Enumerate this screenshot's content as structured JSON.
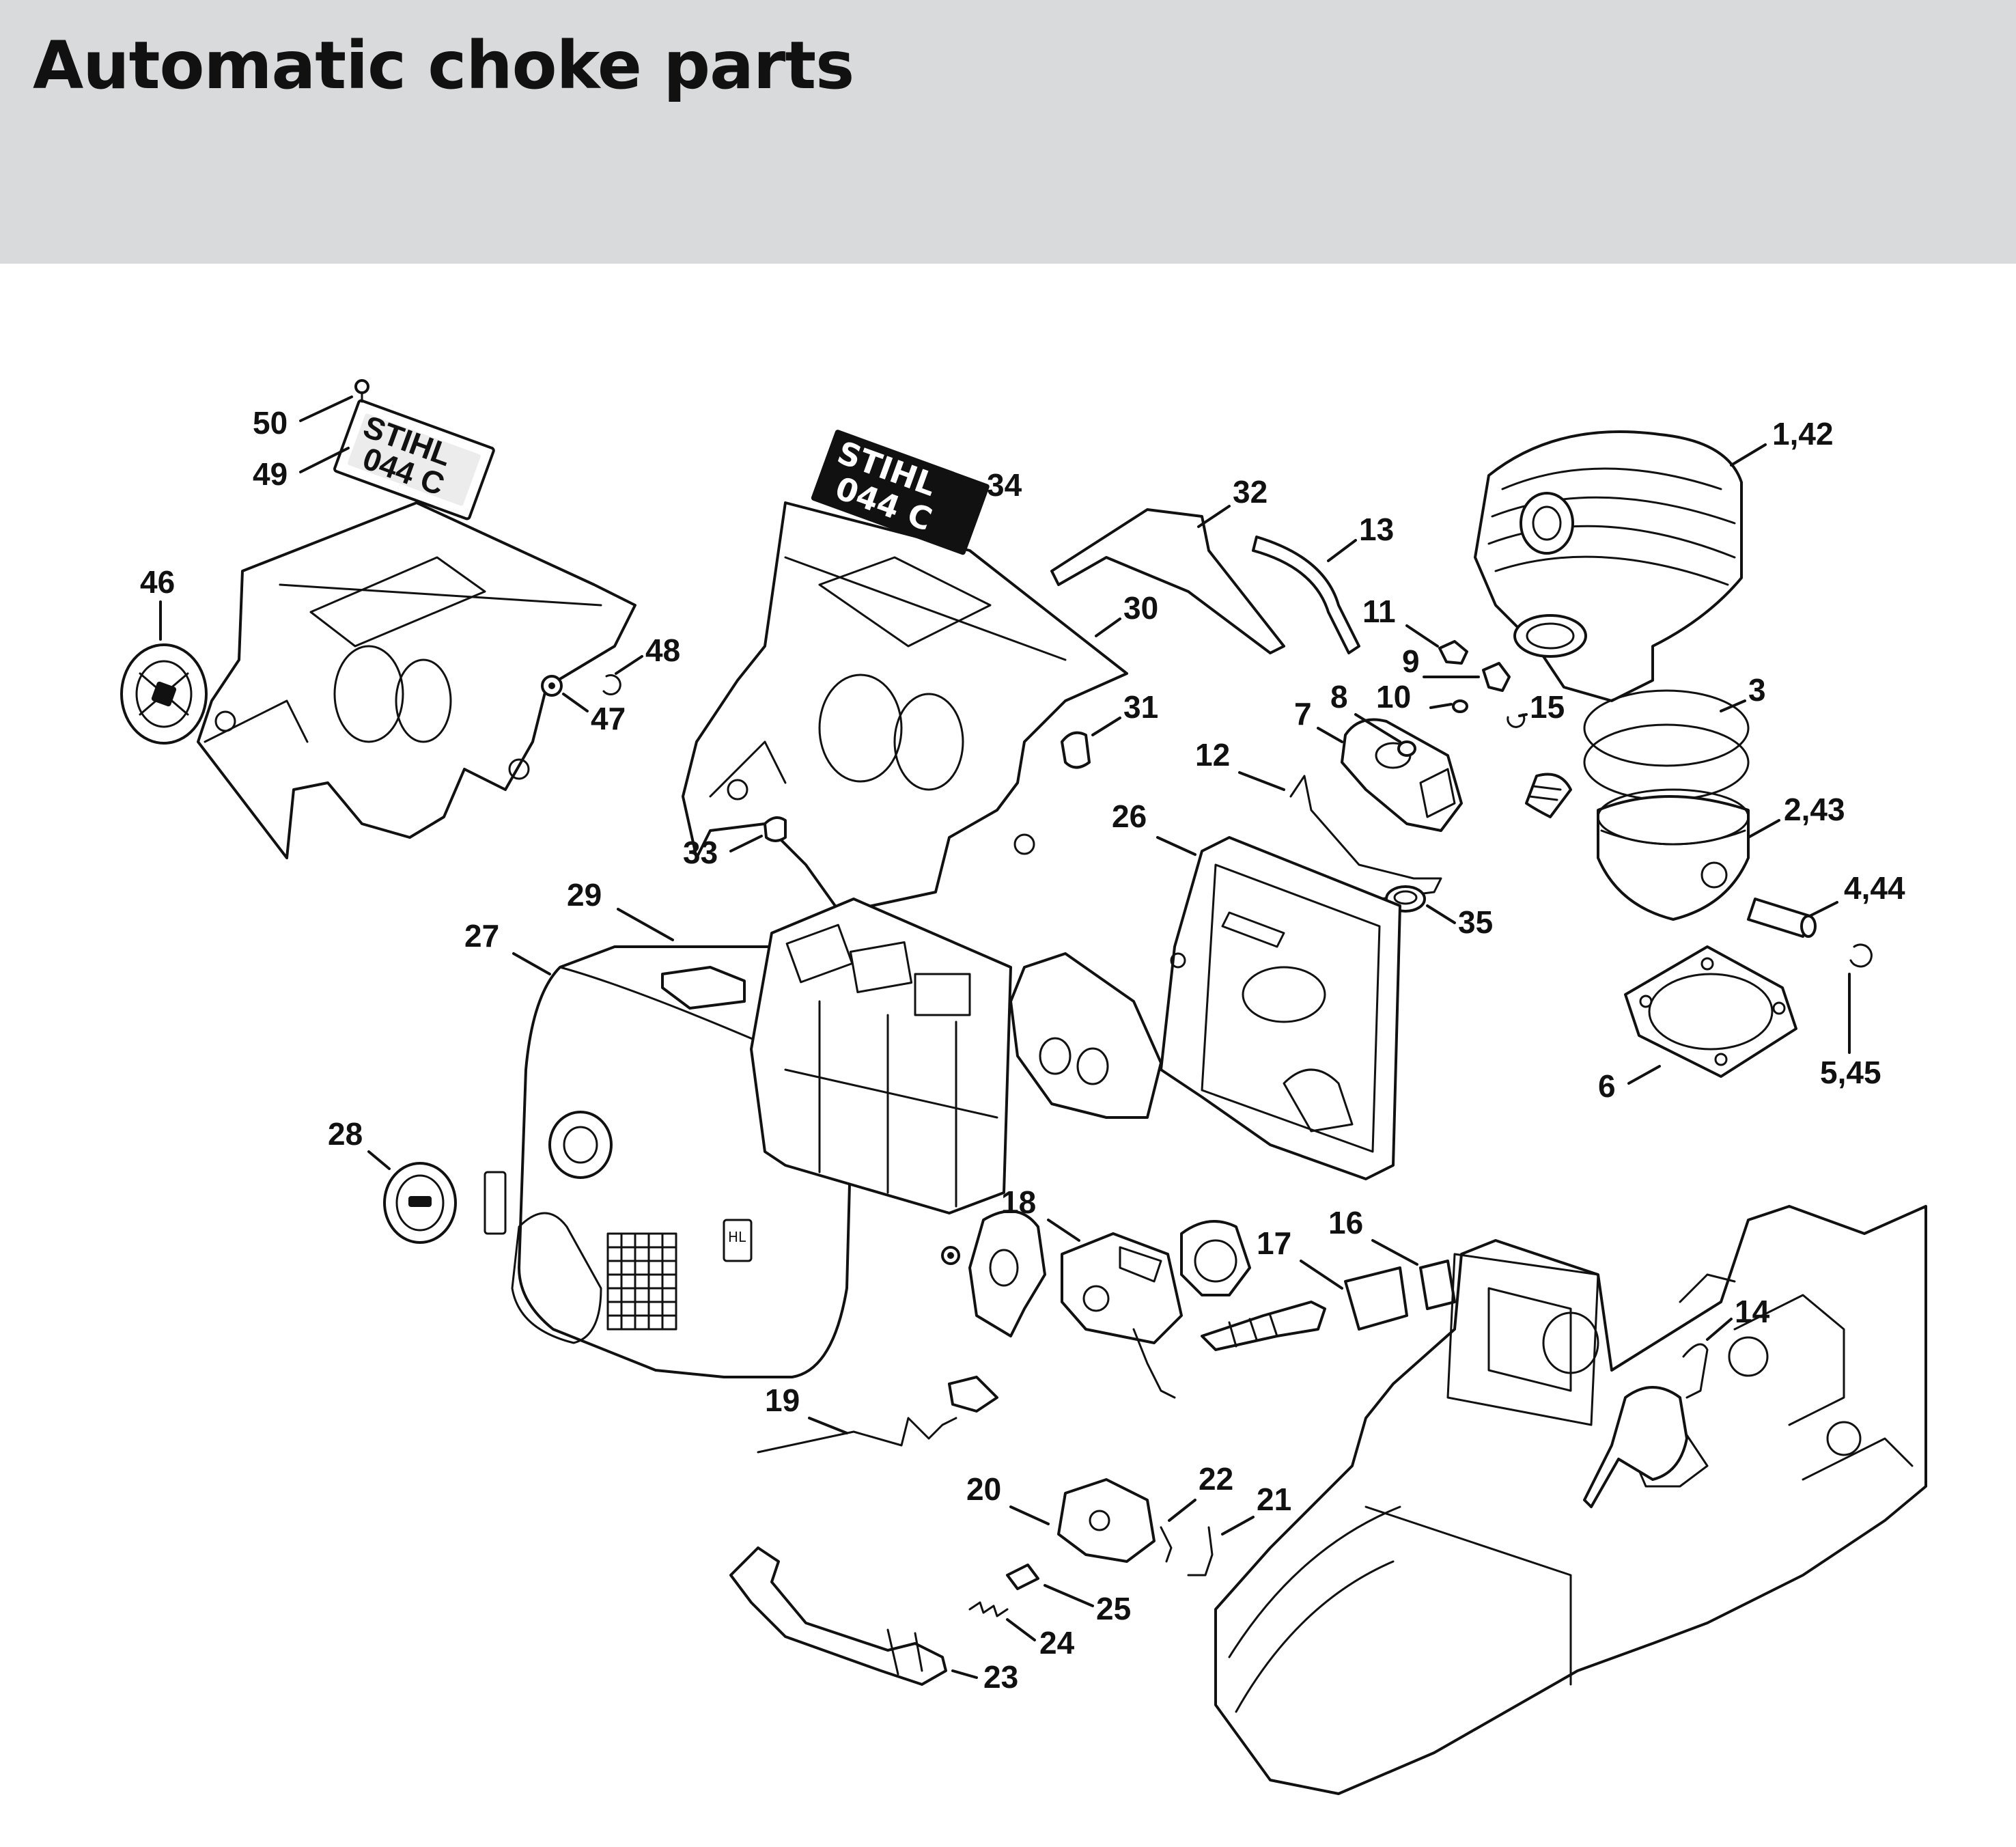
{
  "page": {
    "title": "Automatic choke parts",
    "header_color": "#d9dadb"
  },
  "diagram": {
    "callouts": [
      {
        "id": "c-1-42",
        "label": "1,42"
      },
      {
        "id": "c-2-43",
        "label": "2,43"
      },
      {
        "id": "c-3",
        "label": "3"
      },
      {
        "id": "c-4-44",
        "label": "4,44"
      },
      {
        "id": "c-5-45",
        "label": "5,45"
      },
      {
        "id": "c-6",
        "label": "6"
      },
      {
        "id": "c-7",
        "label": "7"
      },
      {
        "id": "c-8",
        "label": "8"
      },
      {
        "id": "c-9",
        "label": "9"
      },
      {
        "id": "c-10",
        "label": "10"
      },
      {
        "id": "c-11",
        "label": "11"
      },
      {
        "id": "c-12",
        "label": "12"
      },
      {
        "id": "c-13",
        "label": "13"
      },
      {
        "id": "c-14",
        "label": "14"
      },
      {
        "id": "c-15",
        "label": "15"
      },
      {
        "id": "c-16",
        "label": "16"
      },
      {
        "id": "c-17",
        "label": "17"
      },
      {
        "id": "c-18",
        "label": "18"
      },
      {
        "id": "c-19",
        "label": "19"
      },
      {
        "id": "c-20",
        "label": "20"
      },
      {
        "id": "c-21",
        "label": "21"
      },
      {
        "id": "c-22",
        "label": "22"
      },
      {
        "id": "c-23",
        "label": "23"
      },
      {
        "id": "c-24",
        "label": "24"
      },
      {
        "id": "c-25",
        "label": "25"
      },
      {
        "id": "c-26",
        "label": "26"
      },
      {
        "id": "c-27",
        "label": "27"
      },
      {
        "id": "c-28",
        "label": "28"
      },
      {
        "id": "c-29",
        "label": "29"
      },
      {
        "id": "c-30",
        "label": "30"
      },
      {
        "id": "c-31",
        "label": "31"
      },
      {
        "id": "c-32",
        "label": "32"
      },
      {
        "id": "c-33",
        "label": "33"
      },
      {
        "id": "c-34",
        "label": "34"
      },
      {
        "id": "c-35",
        "label": "35"
      },
      {
        "id": "c-46",
        "label": "46"
      },
      {
        "id": "c-47",
        "label": "47"
      },
      {
        "id": "c-48",
        "label": "48"
      },
      {
        "id": "c-49",
        "label": "49"
      },
      {
        "id": "c-50",
        "label": "50"
      }
    ],
    "plate_text": {
      "brand": "STIHL",
      "model": "044 C"
    },
    "cover_markings": {
      "adjust_mark": "HL"
    }
  }
}
